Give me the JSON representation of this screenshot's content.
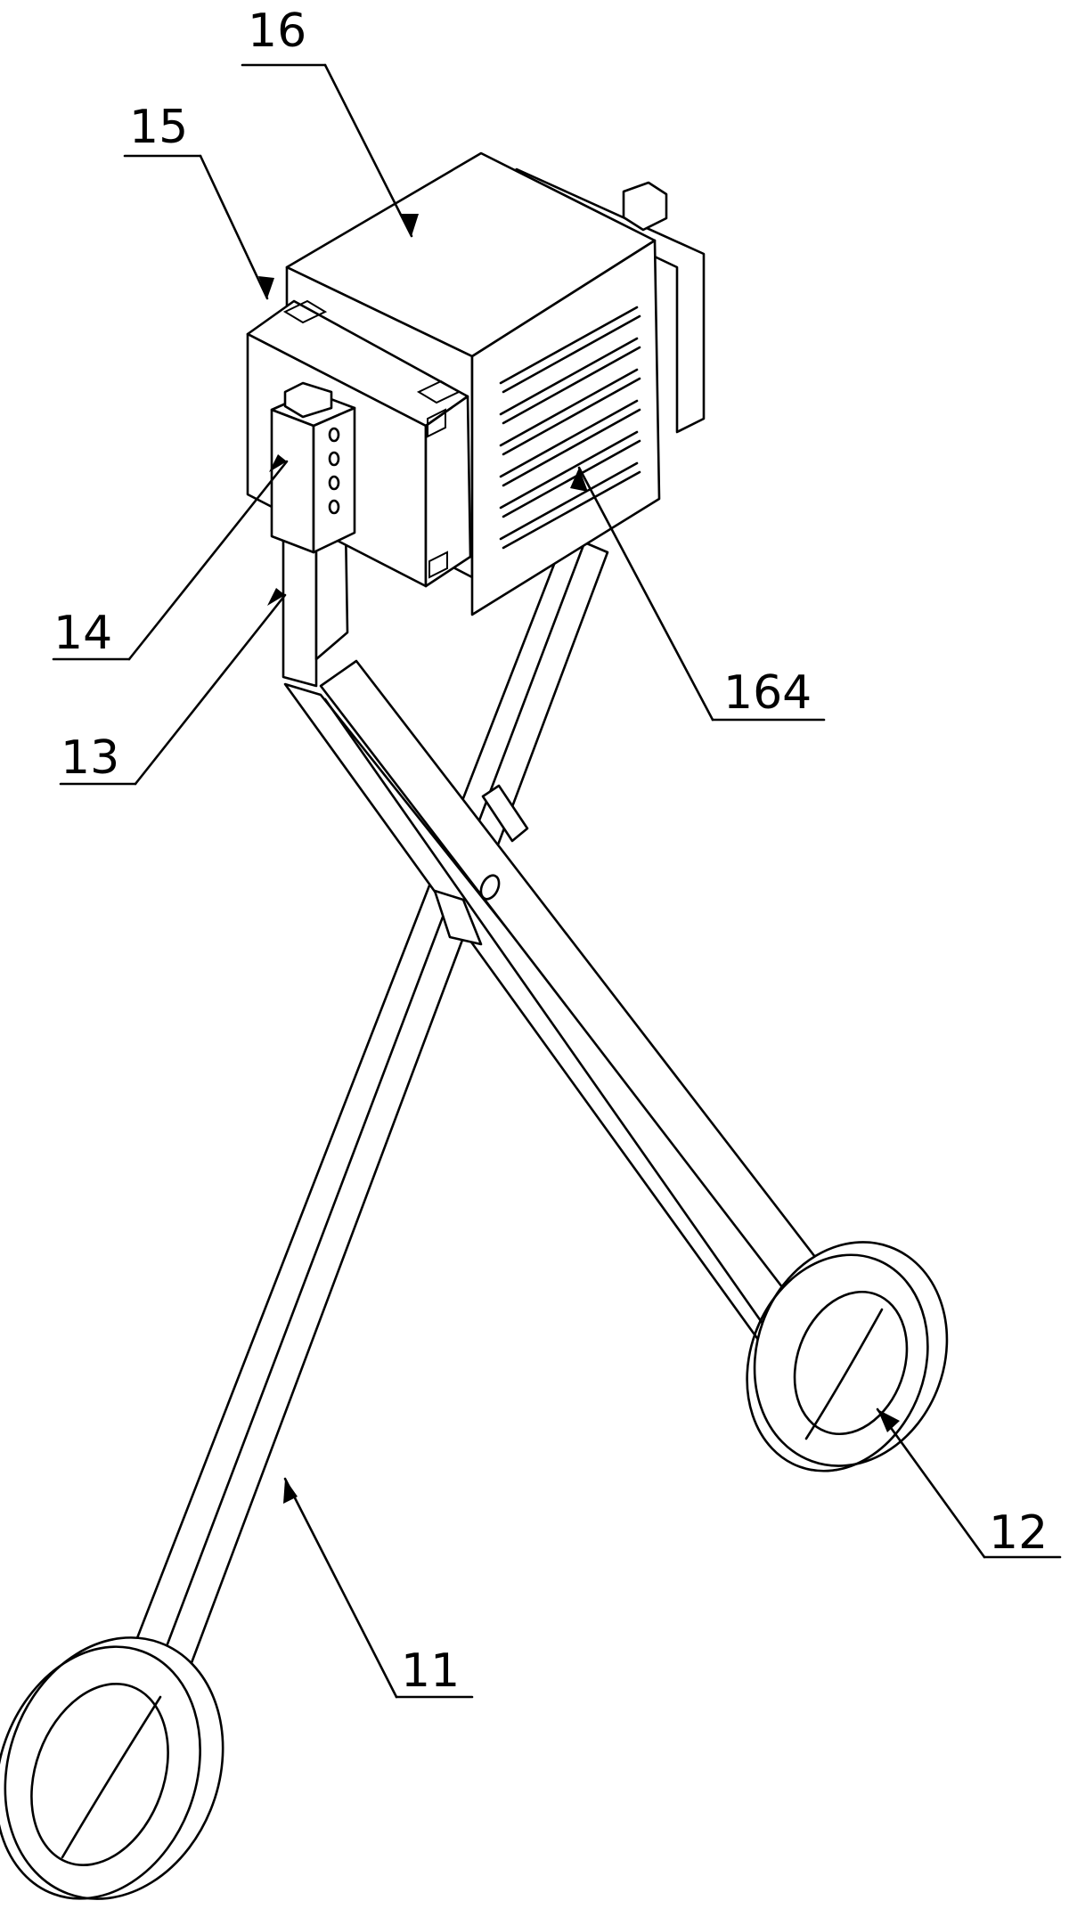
{
  "figure": {
    "labels": {
      "l16": "16",
      "l15": "15",
      "l14": "14",
      "l13": "13",
      "l164": "164",
      "l12": "12",
      "l11": "11"
    },
    "colors": {
      "line": "#000000",
      "background": "#ffffff"
    }
  }
}
